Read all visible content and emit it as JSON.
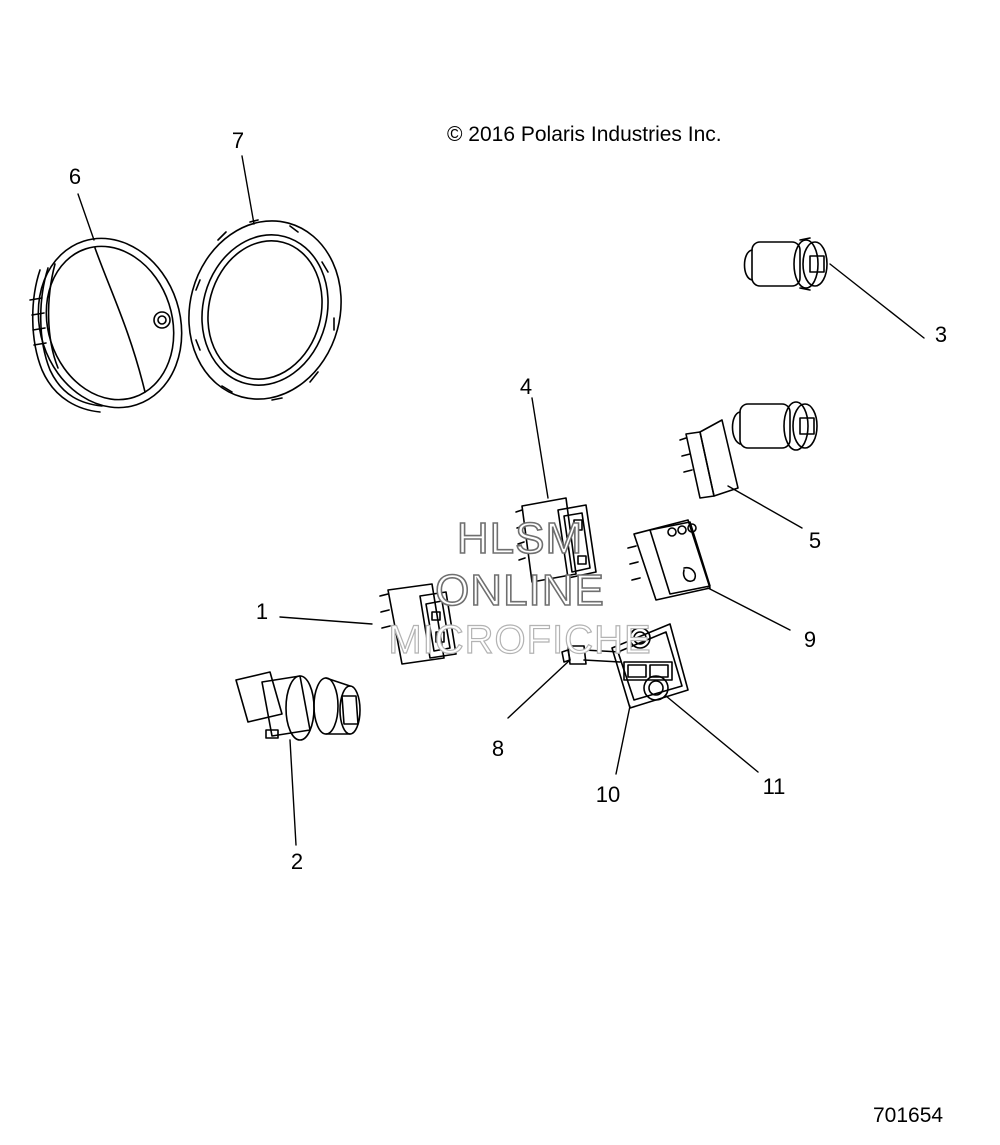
{
  "copyright": "© 2016 Polaris Industries Inc.",
  "diagram_id": "701654",
  "watermark": {
    "line1": "HLSM",
    "line2": "ONLINE",
    "line3": "MICROFICHE"
  },
  "callouts": {
    "c1": "1",
    "c2": "2",
    "c3": "3",
    "c4": "4",
    "c5": "5",
    "c6": "6",
    "c7": "7",
    "c8": "8",
    "c9": "9",
    "c10": "10",
    "c11": "11"
  },
  "colors": {
    "line": "#000000",
    "watermark_stroke": "#6f6f6f"
  }
}
